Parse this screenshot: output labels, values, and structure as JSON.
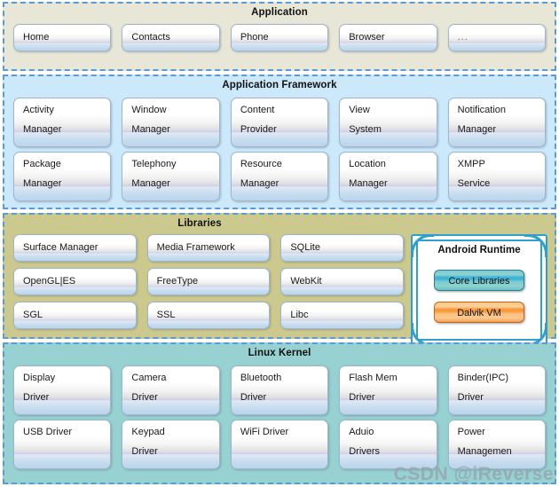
{
  "layers": [
    {
      "id": "application",
      "title": "Application",
      "background": "#e8e6d6",
      "items": [
        "Home",
        "Contacts",
        "Phone",
        "Browser",
        "..."
      ]
    },
    {
      "id": "framework",
      "title": "Application Framework",
      "background": "#cce8fb",
      "rows": [
        [
          {
            "line1": "Activity",
            "line2": "Manager"
          },
          {
            "line1": "Window",
            "line2": "Manager"
          },
          {
            "line1": "Content",
            "line2": "Provider"
          },
          {
            "line1": "View",
            "line2": "System"
          },
          {
            "line1": "Notification",
            "line2": "Manager"
          }
        ],
        [
          {
            "line1": "Package",
            "line2": "Manager"
          },
          {
            "line1": "Telephony",
            "line2": "Manager"
          },
          {
            "line1": "Resource",
            "line2": "Manager"
          },
          {
            "line1": "Location",
            "line2": "Manager"
          },
          {
            "line1": "XMPP",
            "line2": "Service"
          }
        ]
      ]
    },
    {
      "id": "libraries",
      "title": "Libraries",
      "background": "#ccc98e",
      "rows": [
        [
          "Surface Manager",
          "Media Framework",
          "SQLite"
        ],
        [
          "OpenGL|ES",
          "FreeType",
          "WebKit"
        ],
        [
          "SGL",
          "SSL",
          "Libc"
        ]
      ]
    },
    {
      "id": "kernel",
      "title": "Linux Kernel",
      "background": "#97d1d1",
      "rows": [
        [
          {
            "line1": "Display",
            "line2": "Driver"
          },
          {
            "line1": "Camera",
            "line2": "Driver"
          },
          {
            "line1": "Bluetooth",
            "line2": "Driver"
          },
          {
            "line1": "Flash Mem",
            "line2": "Driver"
          },
          {
            "line1": "Binder(IPC)",
            "line2": "Driver"
          }
        ],
        [
          {
            "line1": "USB Driver",
            "line2": ""
          },
          {
            "line1": "Keypad",
            "line2": "Driver"
          },
          {
            "line1": "WiFi Driver",
            "line2": ""
          },
          {
            "line1": "Aduio",
            "line2": "Drivers"
          },
          {
            "line1": "Power",
            "line2": "Managemen"
          }
        ]
      ]
    }
  ],
  "runtime": {
    "title": "Android Runtime",
    "core_libraries": "Core Libraries",
    "dalvik_vm": "Dalvik VM",
    "core_color": "#3fb3d8",
    "dalvik_color": "#f79a3c"
  },
  "watermark": "CSDN @iReverse",
  "colors": {
    "layer_border": "#5b9bd5",
    "box_border": "#9fb6cd",
    "runtime_frame": "#2f9fd0"
  }
}
